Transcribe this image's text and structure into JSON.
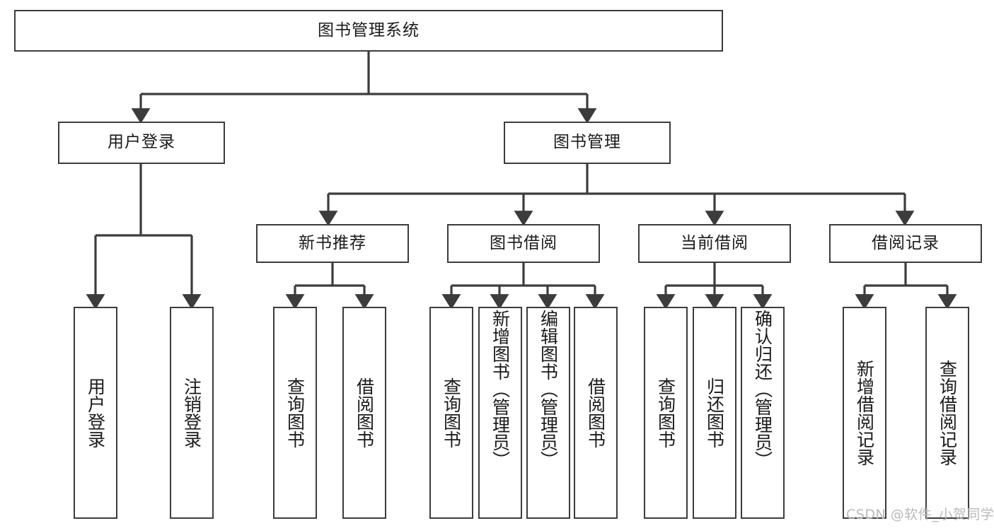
{
  "diagram": {
    "title": "图书管理系统",
    "type": "tree-hierarchy-chart",
    "watermark": "CSDN @软件_小贺同学",
    "colors": {
      "box_border": "#3c3c3c",
      "box_fill": "#ffffff",
      "edge": "#3c3c3c",
      "text": "#1a1a1a",
      "watermark": "#b9b9b9",
      "background": "#ffffff"
    },
    "nodes": {
      "root": {
        "label": "图书管理系统"
      },
      "level2": [
        {
          "id": "user-login",
          "label": "用户登录"
        },
        {
          "id": "book-manage",
          "label": "图书管理"
        }
      ],
      "level3": [
        {
          "id": "new-book-recommend",
          "label": "新书推荐"
        },
        {
          "id": "book-borrow",
          "label": "图书借阅"
        },
        {
          "id": "current-borrow",
          "label": "当前借阅"
        },
        {
          "id": "borrow-record",
          "label": "借阅记录"
        }
      ],
      "leaves": {
        "user-login": [
          {
            "id": "leaf-user-login",
            "label": "用户登录"
          },
          {
            "id": "leaf-logout",
            "label": "注销登录"
          }
        ],
        "new-book-recommend": [
          {
            "id": "leaf-query-book-1",
            "label": "查询图书"
          },
          {
            "id": "leaf-borrow-book-1",
            "label": "借阅图书"
          }
        ],
        "book-borrow": [
          {
            "id": "leaf-query-book-2",
            "label": "查询图书"
          },
          {
            "id": "leaf-add-book",
            "label": "新增图书（管理员）"
          },
          {
            "id": "leaf-edit-book",
            "label": "编辑图书（管理员）"
          },
          {
            "id": "leaf-borrow-book-2",
            "label": "借阅图书"
          }
        ],
        "current-borrow": [
          {
            "id": "leaf-query-book-3",
            "label": "查询图书"
          },
          {
            "id": "leaf-return-book",
            "label": "归还图书"
          },
          {
            "id": "leaf-confirm-return",
            "label": "确认归还（管理员）"
          }
        ],
        "borrow-record": [
          {
            "id": "leaf-add-record",
            "label": "新增借阅记录"
          },
          {
            "id": "leaf-query-record",
            "label": "查询借阅记录"
          }
        ]
      }
    }
  }
}
